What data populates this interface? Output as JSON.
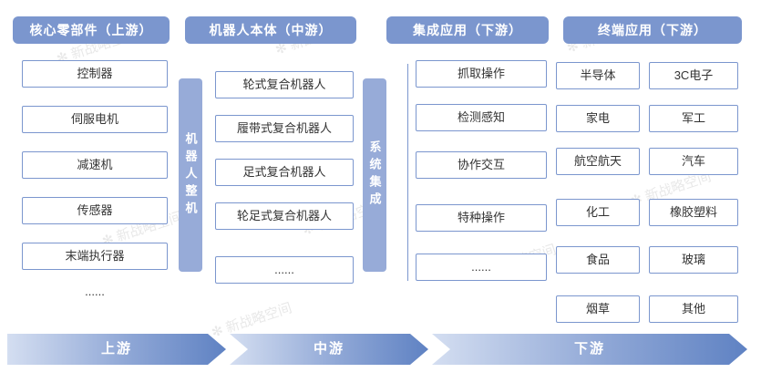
{
  "watermark": "✻ 新战略空间",
  "columns": {
    "upstream": {
      "header": "核心零部件（上游）",
      "items": [
        "控制器",
        "伺服电机",
        "减速机",
        "传感器",
        "末端执行器",
        "......"
      ]
    },
    "midstream": {
      "header": "机器人本体（中游）",
      "side_label": "机器人整机",
      "items": [
        "轮式复合机器人",
        "履带式复合机器人",
        "足式复合机器人",
        "轮足式复合机器人",
        "......"
      ]
    },
    "integration": {
      "header": "集成应用（下游）",
      "side_label": "系统集成",
      "items": [
        "抓取操作",
        "检测感知",
        "协作交互",
        "特种操作",
        "......"
      ]
    },
    "terminal": {
      "header": "终端应用（下游）",
      "items_left": [
        "半导体",
        "家电",
        "航空航天",
        "化工",
        "食品",
        "烟草"
      ],
      "items_right": [
        "3C电子",
        "军工",
        "汽车",
        "橡胶塑料",
        "玻璃",
        "其他"
      ]
    }
  },
  "flow_arrows": [
    "上游",
    "中游",
    "下游"
  ],
  "colors": {
    "header_blue": "#7b96ce",
    "side_bar_blue": "#97abd8",
    "box_border": "#7b96ce",
    "arrow_gradient_start": "#d4def1",
    "arrow_gradient_end": "#5f82c3",
    "text_dark": "#333333"
  }
}
